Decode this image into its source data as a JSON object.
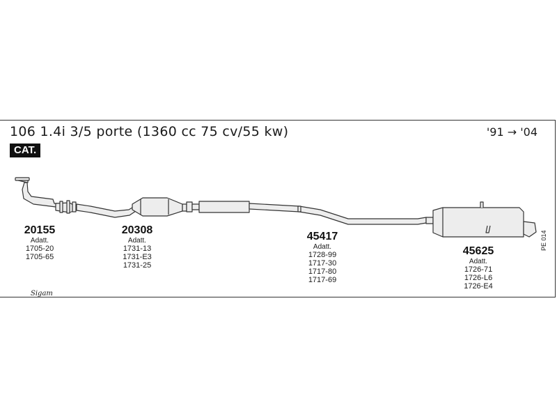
{
  "header": {
    "title": "106 1.4i 3/5 porte (1360 cc 75 cv/55 kw)",
    "years": "'91 → '04",
    "badge": "CAT."
  },
  "parts": [
    {
      "number": "20155",
      "adapt_label": "Adatt.",
      "codes": [
        "1705-20",
        "1705-65"
      ]
    },
    {
      "number": "20308",
      "adapt_label": "Adatt.",
      "codes": [
        "1731-13",
        "1731-E3",
        "1731-25"
      ]
    },
    {
      "number": "45417",
      "adapt_label": "Adatt.",
      "codes": [
        "1728-99",
        "1717-30",
        "1717-80",
        "1717-69"
      ]
    },
    {
      "number": "45625",
      "adapt_label": "Adatt.",
      "codes": [
        "1726-71",
        "1726-L6",
        "1726-E4"
      ]
    }
  ],
  "reference": "PE 014",
  "logo": "Sigam",
  "colors": {
    "line": "#333333",
    "badge_bg": "#111111",
    "pipe_fill": "#ededed"
  }
}
